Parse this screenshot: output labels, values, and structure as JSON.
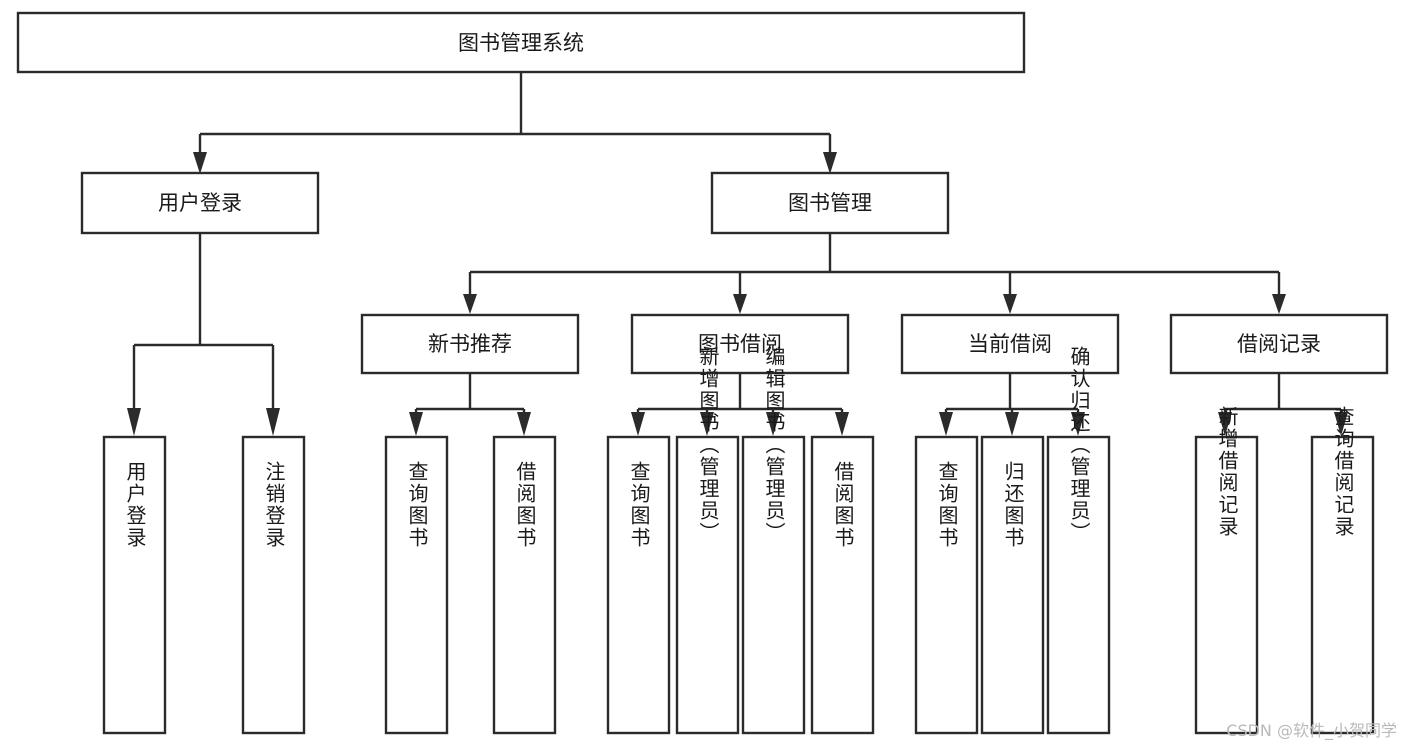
{
  "diagram": {
    "title": "图书管理系统",
    "type": "tree-hierarchy",
    "root": {
      "id": "root",
      "label": "图书管理系统",
      "orientation": "horizontal"
    },
    "level2": [
      {
        "id": "user-login",
        "label": "用户登录",
        "orientation": "horizontal"
      },
      {
        "id": "book-manage",
        "label": "图书管理",
        "orientation": "horizontal"
      }
    ],
    "level3": [
      {
        "id": "new-book-rec",
        "label": "新书推荐",
        "orientation": "horizontal",
        "parent": "book-manage"
      },
      {
        "id": "book-borrow",
        "label": "图书借阅",
        "orientation": "horizontal",
        "parent": "book-manage"
      },
      {
        "id": "current-borrow",
        "label": "当前借阅",
        "orientation": "horizontal",
        "parent": "book-manage"
      },
      {
        "id": "borrow-record",
        "label": "借阅记录",
        "orientation": "horizontal",
        "parent": "book-manage"
      }
    ],
    "leaves": [
      {
        "id": "leaf-user-login",
        "label": "用户登录",
        "parent": "user-login"
      },
      {
        "id": "leaf-user-logout",
        "label": "注销登录",
        "parent": "user-login"
      },
      {
        "id": "leaf-query-book-1",
        "label": "查询图书",
        "parent": "new-book-rec"
      },
      {
        "id": "leaf-borrow-book-1",
        "label": "借阅图书",
        "parent": "new-book-rec"
      },
      {
        "id": "leaf-query-book-2",
        "label": "查询图书",
        "parent": "book-borrow"
      },
      {
        "id": "leaf-add-book",
        "label": "新增图书（管理员）",
        "parent": "book-borrow"
      },
      {
        "id": "leaf-edit-book",
        "label": "编辑图书（管理员）",
        "parent": "book-borrow"
      },
      {
        "id": "leaf-borrow-book-2",
        "label": "借阅图书",
        "parent": "book-borrow"
      },
      {
        "id": "leaf-query-book-3",
        "label": "查询图书",
        "parent": "current-borrow"
      },
      {
        "id": "leaf-return-book",
        "label": "归还图书",
        "parent": "current-borrow"
      },
      {
        "id": "leaf-confirm-return",
        "label": "确认归还（管理员）",
        "parent": "current-borrow"
      },
      {
        "id": "leaf-add-record",
        "label": "新增借阅记录",
        "parent": "borrow-record"
      },
      {
        "id": "leaf-query-record",
        "label": "查询借阅记录",
        "parent": "borrow-record"
      }
    ]
  },
  "watermark": {
    "text": "CSDN @软件_小贺同学"
  },
  "colors": {
    "background": "#ffffff",
    "box_fill": "#ffffff",
    "box_stroke": "#2b2b2b",
    "connector": "#2b2b2b",
    "text": "#1a1a1a",
    "watermark": "#b9b9b9"
  }
}
